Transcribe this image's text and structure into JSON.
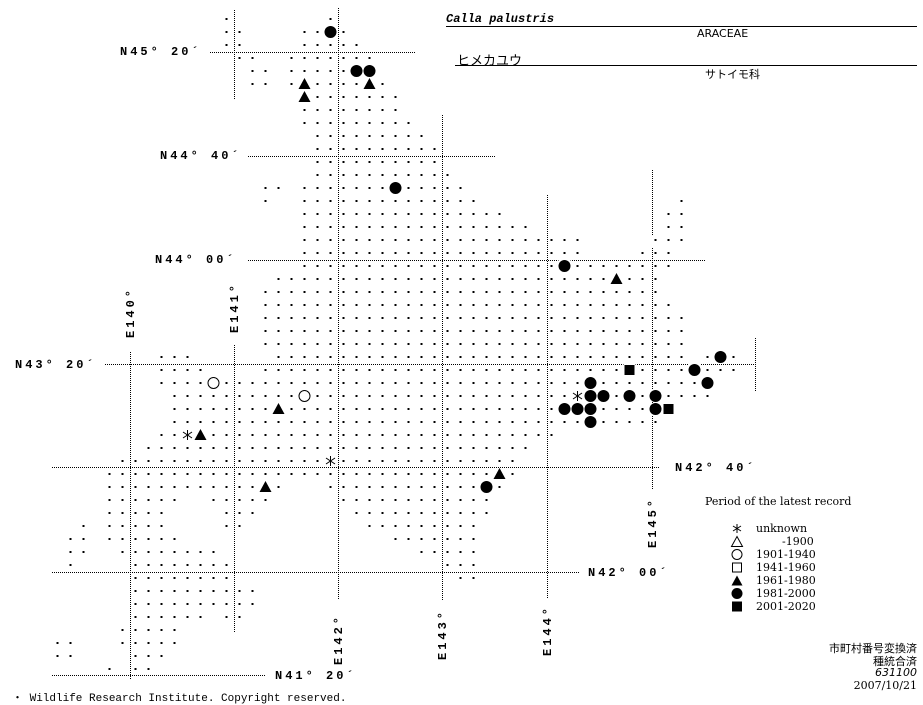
{
  "header": {
    "scientific_name": "Calla palustris",
    "family_latin": "ARACEAE",
    "japanese_name": "ヒメカユウ",
    "family_japanese": "サトイモ科"
  },
  "grid_labels": {
    "lat": [
      "N45° 20´",
      "N44° 40´",
      "N44° 00´",
      "N43° 20´",
      "N42° 40´",
      "N42° 00´",
      "N41° 20´"
    ],
    "lon": [
      "E140°",
      "E141°",
      "E142°",
      "E143°",
      "E144°",
      "E145°"
    ]
  },
  "legend": {
    "title": "Period of the latest record",
    "items": [
      {
        "symbol": "asterisk",
        "label": "unknown"
      },
      {
        "symbol": "triangle-open",
        "label": "-1900"
      },
      {
        "symbol": "circle-open",
        "label": "1901-1940"
      },
      {
        "symbol": "square-open",
        "label": "1941-1960"
      },
      {
        "symbol": "triangle-filled",
        "label": "1961-1980"
      },
      {
        "symbol": "circle-filled",
        "label": "1981-2000"
      },
      {
        "symbol": "square-filled",
        "label": "2001-2020"
      }
    ]
  },
  "notes": {
    "line1": "市町村番号変換済",
    "line2": "種統合済",
    "code": "631100",
    "date": "2007/10/21"
  },
  "footer": {
    "copyright": "・ Wildlife Research Institute. Copyright reserved."
  },
  "mesh_grid": {
    "rows": [
      [],
      [
        [
          13,
          13
        ],
        [
          21,
          21
        ]
      ],
      [
        [
          13,
          14
        ],
        [
          19,
          22
        ]
      ],
      [
        [
          13,
          14
        ],
        [
          19,
          23
        ]
      ],
      [
        [
          14,
          15
        ],
        [
          18,
          24
        ]
      ],
      [
        [
          15,
          16
        ],
        [
          18,
          24
        ]
      ],
      [
        [
          15,
          16
        ],
        [
          18,
          25
        ]
      ],
      [
        [
          19,
          26
        ]
      ],
      [
        [
          19,
          26
        ]
      ],
      [
        [
          19,
          27
        ]
      ],
      [
        [
          20,
          28
        ]
      ],
      [
        [
          20,
          29
        ]
      ],
      [
        [
          20,
          29
        ]
      ],
      [
        [
          20,
          30
        ]
      ],
      [
        [
          16,
          17
        ],
        [
          19,
          31
        ]
      ],
      [
        [
          16,
          16
        ],
        [
          19,
          32
        ],
        [
          48,
          48
        ]
      ],
      [
        [
          19,
          34
        ],
        [
          47,
          48
        ]
      ],
      [
        [
          19,
          36
        ],
        [
          47,
          48
        ]
      ],
      [
        [
          19,
          40
        ],
        [
          46,
          48
        ]
      ],
      [
        [
          19,
          40
        ],
        [
          45,
          47
        ]
      ],
      [
        [
          19,
          47
        ]
      ],
      [
        [
          17,
          46
        ]
      ],
      [
        [
          16,
          46
        ]
      ],
      [
        [
          16,
          47
        ]
      ],
      [
        [
          16,
          48
        ]
      ],
      [
        [
          16,
          48
        ]
      ],
      [
        [
          16,
          48
        ]
      ],
      [
        [
          8,
          10
        ],
        [
          17,
          48
        ],
        [
          50,
          52
        ]
      ],
      [
        [
          8,
          11
        ],
        [
          16,
          52
        ]
      ],
      [
        [
          8,
          50
        ]
      ],
      [
        [
          9,
          50
        ]
      ],
      [
        [
          9,
          47
        ]
      ],
      [
        [
          9,
          46
        ]
      ],
      [
        [
          8,
          38
        ]
      ],
      [
        [
          7,
          36
        ]
      ],
      [
        [
          5,
          35
        ]
      ],
      [
        [
          4,
          35
        ]
      ],
      [
        [
          4,
          17
        ],
        [
          21,
          34
        ]
      ],
      [
        [
          4,
          9
        ],
        [
          12,
          16
        ],
        [
          22,
          33
        ]
      ],
      [
        [
          4,
          8
        ],
        [
          13,
          15
        ],
        [
          23,
          33
        ]
      ],
      [
        [
          2,
          2
        ],
        [
          4,
          8
        ],
        [
          13,
          14
        ],
        [
          24,
          32
        ]
      ],
      [
        [
          1,
          2
        ],
        [
          4,
          9
        ],
        [
          26,
          32
        ]
      ],
      [
        [
          1,
          2
        ],
        [
          5,
          12
        ],
        [
          28,
          32
        ]
      ],
      [
        [
          1,
          1
        ],
        [
          6,
          13
        ],
        [
          30,
          32
        ]
      ],
      [
        [
          6,
          13
        ],
        [
          31,
          32
        ]
      ],
      [
        [
          6,
          15
        ]
      ],
      [
        [
          6,
          15
        ]
      ],
      [
        [
          6,
          11
        ],
        [
          13,
          14
        ]
      ],
      [
        [
          5,
          9
        ]
      ],
      [
        [
          0,
          1
        ],
        [
          5,
          9
        ]
      ],
      [
        [
          0,
          1
        ],
        [
          6,
          8
        ]
      ],
      [
        [
          4,
          4
        ],
        [
          6,
          7
        ]
      ]
    ]
  },
  "records": [
    {
      "row": 2,
      "col": 21,
      "period": "1981-2000"
    },
    {
      "row": 5,
      "col": 23,
      "period": "1981-2000"
    },
    {
      "row": 5,
      "col": 24,
      "period": "1981-2000"
    },
    {
      "row": 6,
      "col": 19,
      "period": "1961-1980"
    },
    {
      "row": 6,
      "col": 24,
      "period": "1961-1980"
    },
    {
      "row": 7,
      "col": 19,
      "period": "1961-1980"
    },
    {
      "row": 14,
      "col": 26,
      "period": "1981-2000"
    },
    {
      "row": 20,
      "col": 39,
      "period": "1981-2000"
    },
    {
      "row": 21,
      "col": 43,
      "period": "1961-1980"
    },
    {
      "row": 27,
      "col": 51,
      "period": "1981-2000"
    },
    {
      "row": 28,
      "col": 44,
      "period": "2001-2020"
    },
    {
      "row": 28,
      "col": 49,
      "period": "1981-2000"
    },
    {
      "row": 29,
      "col": 12,
      "period": "1901-1940"
    },
    {
      "row": 29,
      "col": 41,
      "period": "1981-2000"
    },
    {
      "row": 29,
      "col": 50,
      "period": "1981-2000"
    },
    {
      "row": 30,
      "col": 19,
      "period": "1901-1940"
    },
    {
      "row": 30,
      "col": 40,
      "period": "unknown"
    },
    {
      "row": 30,
      "col": 41,
      "period": "1981-2000"
    },
    {
      "row": 30,
      "col": 42,
      "period": "1981-2000"
    },
    {
      "row": 30,
      "col": 44,
      "period": "1981-2000"
    },
    {
      "row": 30,
      "col": 46,
      "period": "1981-2000"
    },
    {
      "row": 31,
      "col": 17,
      "period": "1961-1980"
    },
    {
      "row": 31,
      "col": 39,
      "period": "1981-2000"
    },
    {
      "row": 31,
      "col": 40,
      "period": "1981-2000"
    },
    {
      "row": 31,
      "col": 41,
      "period": "1981-2000"
    },
    {
      "row": 31,
      "col": 46,
      "period": "1981-2000"
    },
    {
      "row": 31,
      "col": 47,
      "period": "2001-2020"
    },
    {
      "row": 32,
      "col": 41,
      "period": "1981-2000"
    },
    {
      "row": 33,
      "col": 10,
      "period": "unknown"
    },
    {
      "row": 33,
      "col": 11,
      "period": "1961-1980"
    },
    {
      "row": 35,
      "col": 21,
      "period": "unknown"
    },
    {
      "row": 36,
      "col": 34,
      "period": "1961-1980"
    },
    {
      "row": 37,
      "col": 16,
      "period": "1961-1980"
    },
    {
      "row": 37,
      "col": 33,
      "period": "1981-2000"
    }
  ]
}
